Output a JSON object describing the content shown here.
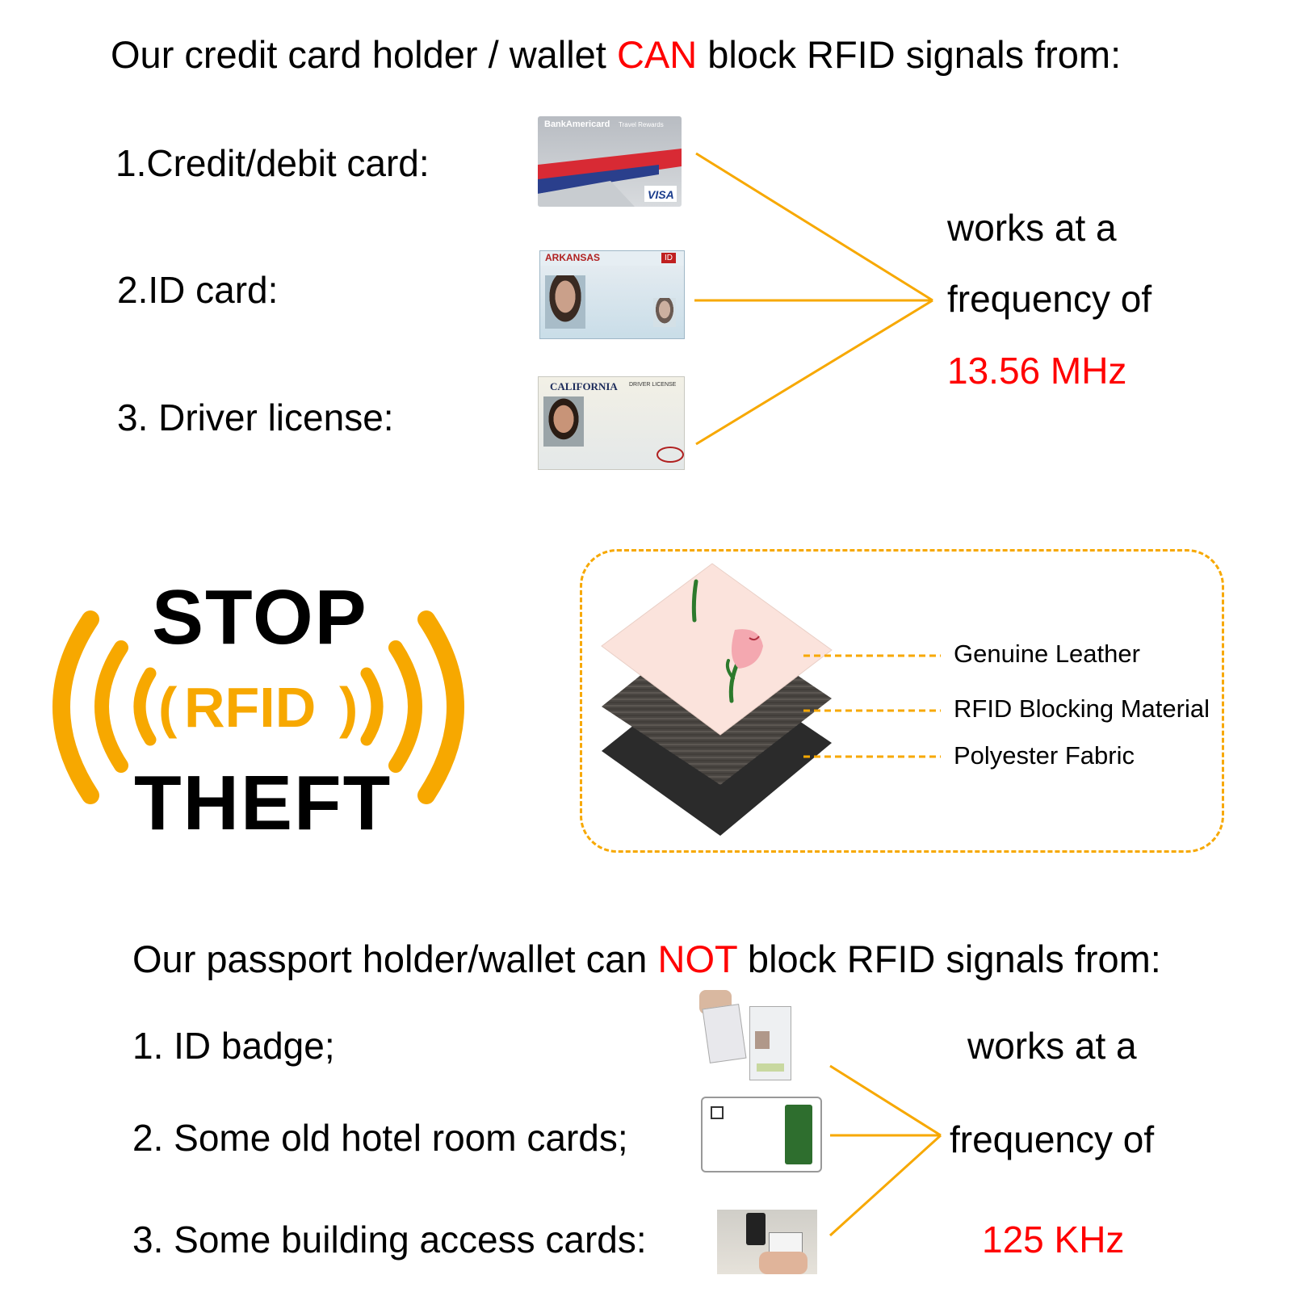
{
  "top": {
    "heading_before": "Our credit card holder / wallet ",
    "heading_emphasis": "CAN",
    "heading_after": " block RFID signals from:",
    "items": [
      {
        "label": "1.Credit/debit card:"
      },
      {
        "label": "2.ID card:"
      },
      {
        "label": "3. Driver license:"
      }
    ],
    "cards": {
      "credit": {
        "brand": "BankAmericard",
        "sub": "Travel Rewards",
        "network": "VISA"
      },
      "id": {
        "state": "ARKANSAS",
        "badge": "ID"
      },
      "license": {
        "state": "CALIFORNIA",
        "type": "DRIVER LICENSE"
      }
    },
    "freq_line1": "works at a",
    "freq_line2": "frequency of",
    "freq_value": "13.56 MHz"
  },
  "logo": {
    "line1": "STOP",
    "middle": "RFID",
    "line2": "THEFT",
    "colors": {
      "arcs": "#f7a800",
      "text": "#000000"
    }
  },
  "layers": {
    "labels": [
      "Genuine Leather",
      "RFID Blocking Material",
      "Polyester Fabric"
    ],
    "colors": {
      "border": "#f7a800",
      "leather": "#fbe3dc",
      "material": "#4a4642",
      "fabric": "#2b2b2b"
    }
  },
  "bottom": {
    "heading_before": "Our passport holder/wallet can ",
    "heading_emphasis": "NOT",
    "heading_after": " block RFID signals from:",
    "items": [
      {
        "label": "1. ID badge;"
      },
      {
        "label": "2. Some old hotel room cards;"
      },
      {
        "label": "3. Some building access cards:"
      }
    ],
    "freq_line1": "works at a",
    "freq_line2": "frequency of",
    "freq_value": "125 KHz"
  },
  "accent_color": "#f7a800",
  "emphasis_color": "#ff0000"
}
